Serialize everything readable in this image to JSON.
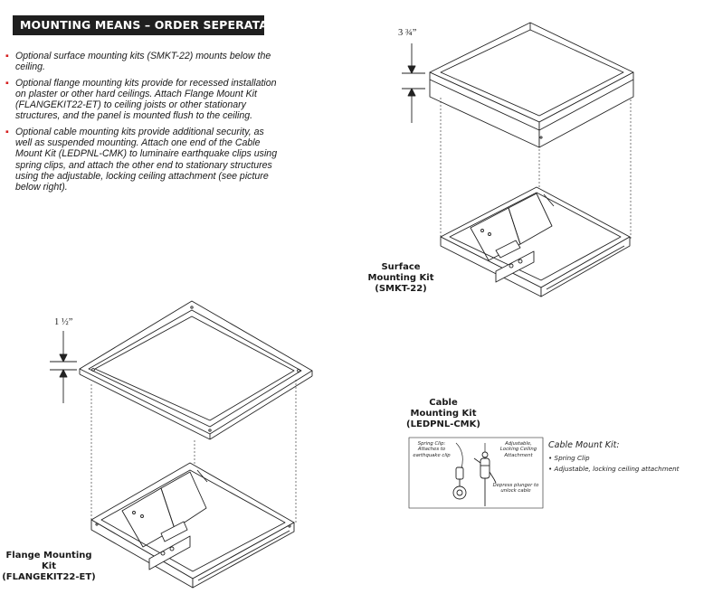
{
  "header": {
    "title": "MOUNTING MEANS – ORDER SEPERATATLY"
  },
  "bullets": [
    "Optional surface mounting kits (SMKT-22) mounts below the ceiling.",
    "Optional flange mounting kits provide for recessed installation on plaster or other hard ceilings. Attach Flange Mount Kit (FLANGEKIT22-ET) to ceiling joists or other stationary structures, and the panel is mounted flush to the ceiling.",
    "Optional cable mounting kits provide additional security, as well as suspended mounting. Attach one end of the Cable Mount Kit (LEDPNL-CMK) to luminaire earthquake clips using spring clips, and attach the other end to stationary structures using the adjustable, locking ceiling attachment (see picture below right)."
  ],
  "surface_kit": {
    "dimension": "3 ¾”",
    "caption": [
      "Surface",
      "Mounting Kit",
      "(SMKT-22)"
    ]
  },
  "flange_kit": {
    "dimension": "1 ½”",
    "caption": [
      "Flange Mounting Kit",
      "(FLANGEKIT22-ET)"
    ]
  },
  "cable_kit": {
    "caption": [
      "Cable",
      "Mounting Kit",
      "(LEDPNL-CMK)"
    ],
    "spring_clip_label": [
      "Spring Clip:",
      "Attaches to",
      "earthquake clip"
    ],
    "ceiling_label": [
      "Adjustable,",
      "Locking Ceiling",
      "Attachment"
    ],
    "plunger_label": [
      "Depress plunger to",
      "unlock cable"
    ],
    "side_title": "Cable Mount Kit:",
    "side_items": [
      "Spring Clip",
      "Adjustable, locking ceiling attachment"
    ]
  }
}
